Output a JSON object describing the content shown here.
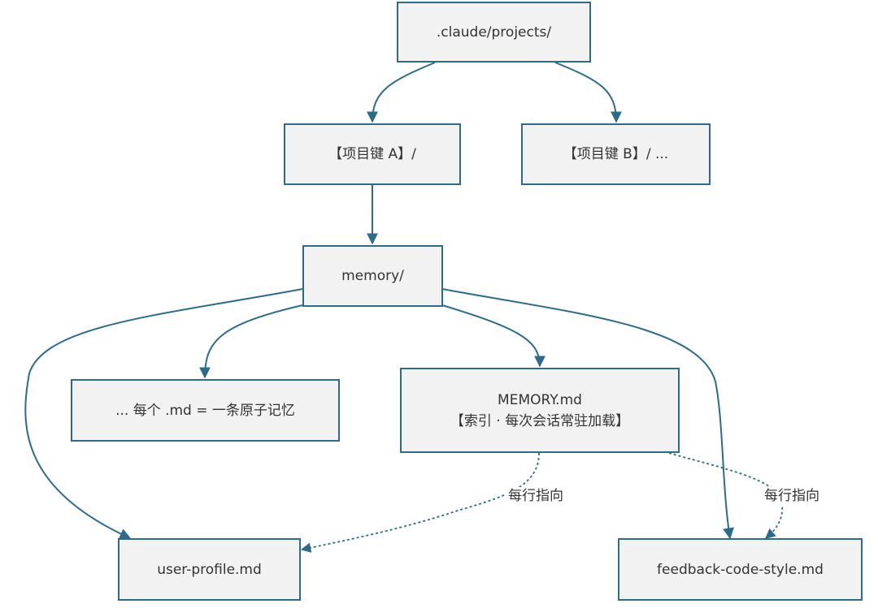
{
  "nodes": {
    "projects": ".claude/projects/",
    "project_a": "【项目键 A】/",
    "project_b": "【项目键 B】/ ...",
    "memory": "memory/",
    "atomic": "... 每个 .md = 一条原子记忆",
    "memory_md_title": "MEMORY.md",
    "memory_md_sub": "【索引 · 每次会话常驻加载】",
    "user_profile": "user-profile.md",
    "feedback": "feedback-code-style.md"
  },
  "edge_labels": {
    "points_left": "每行指向",
    "points_right": "每行指向"
  },
  "colors": {
    "edge": "#2b6c8c",
    "node_fill": "#f2f2f2",
    "node_border": "#2b6c8c"
  }
}
